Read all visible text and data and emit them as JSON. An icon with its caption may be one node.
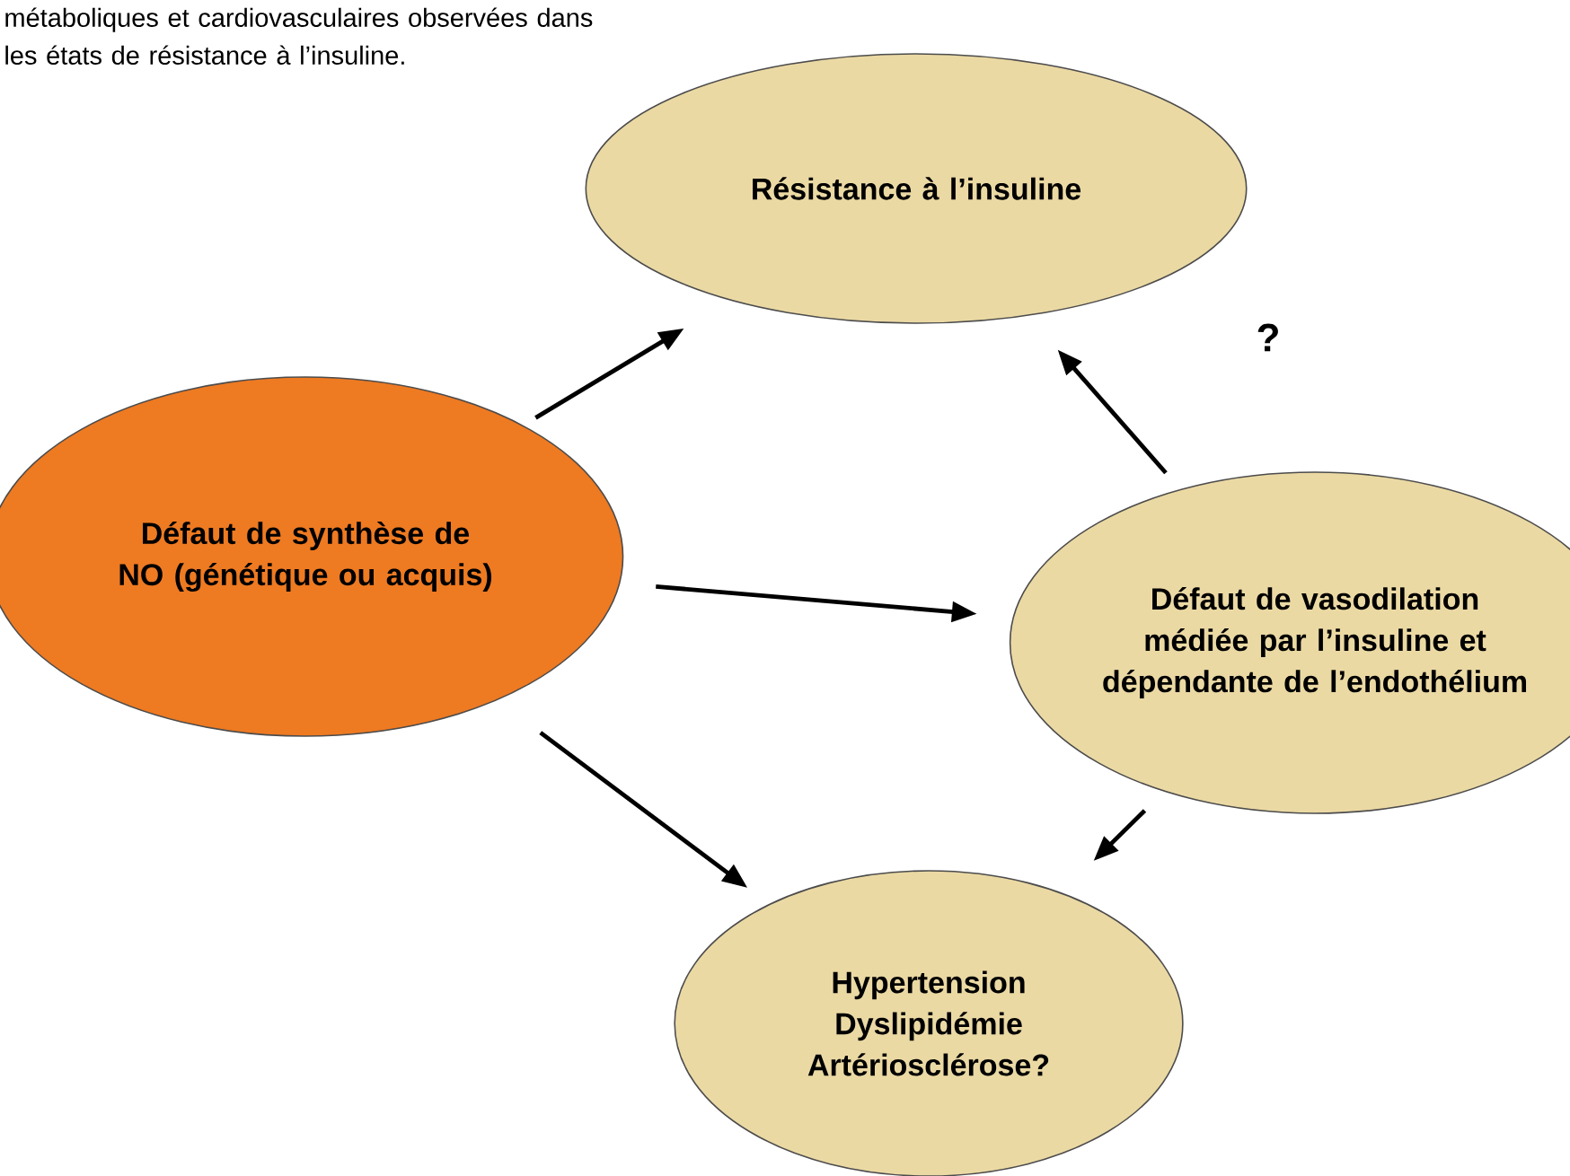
{
  "diagram": {
    "nodes": [
      {
        "text": [
          "Résistance à l’insuline"
        ]
      },
      {
        "text": [
          "Défaut de synthèse de NO (génétique ou acquis)"
        ]
      },
      {
        "text": [
          "Défaut de vasodilation médiée par l’insuline et dépendante de l’endothélium"
        ]
      },
      {
        "text": [
          "Hypertension Dyslipidémie Artériosclérose?"
        ]
      }
    ],
    "edges": [
      {
        "from": 1,
        "to": 0,
        "arrow": "to"
      },
      {
        "from": 1,
        "to": 2,
        "arrow": "to"
      },
      {
        "from": 2,
        "to": 0,
        "arrow": "to",
        "label": "?"
      },
      {
        "from": 1,
        "to": 3,
        "arrow": "to"
      },
      {
        "from": 2,
        "to": 3,
        "arrow": "to"
      }
    ],
    "labels": [
      "métaboliques et cardiovasculaires observées dans les états de résistance à l’insuline."
    ]
  }
}
